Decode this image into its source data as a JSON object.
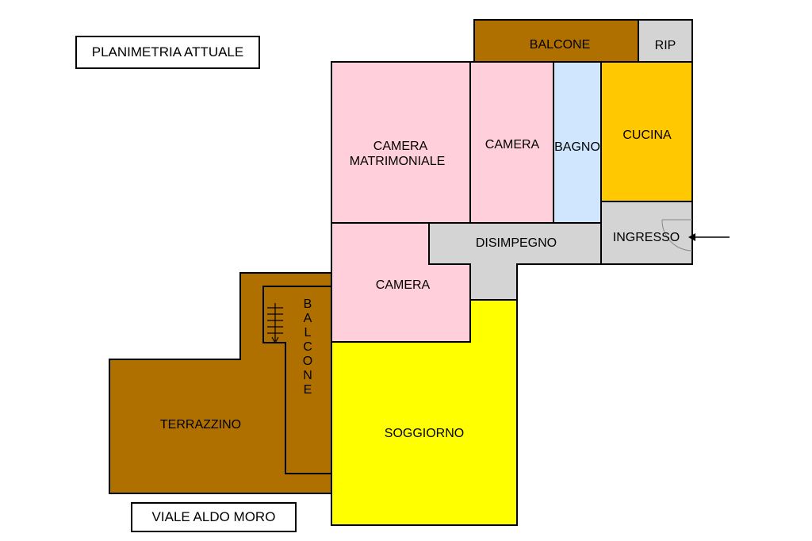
{
  "title": "PLANIMETRIA ATTUALE",
  "street": "VIALE ALDO MORO",
  "rooms": {
    "balcone_top": "BALCONE",
    "rip": "RIP",
    "camera_matrimoniale_1": "CAMERA",
    "camera_matrimoniale_2": "MATRIMONIALE",
    "camera_1": "CAMERA",
    "bagno": "BAGNO",
    "cucina": "CUCINA",
    "disimpegno": "DISIMPEGNO",
    "ingresso": "INGRESSO",
    "camera_2": "CAMERA",
    "balcone_side": "BALCONE",
    "terrazzino": "TERRAZZINO",
    "soggiorno": "SOGGIORNO"
  },
  "colors": {
    "balcone": "#b07000",
    "camera": "#ffd0dc",
    "bagno": "#d0e6ff",
    "cucina": "#ffc800",
    "corridor": "#d4d4d4",
    "soggiorno": "#ffff00",
    "wall": "#000000"
  }
}
